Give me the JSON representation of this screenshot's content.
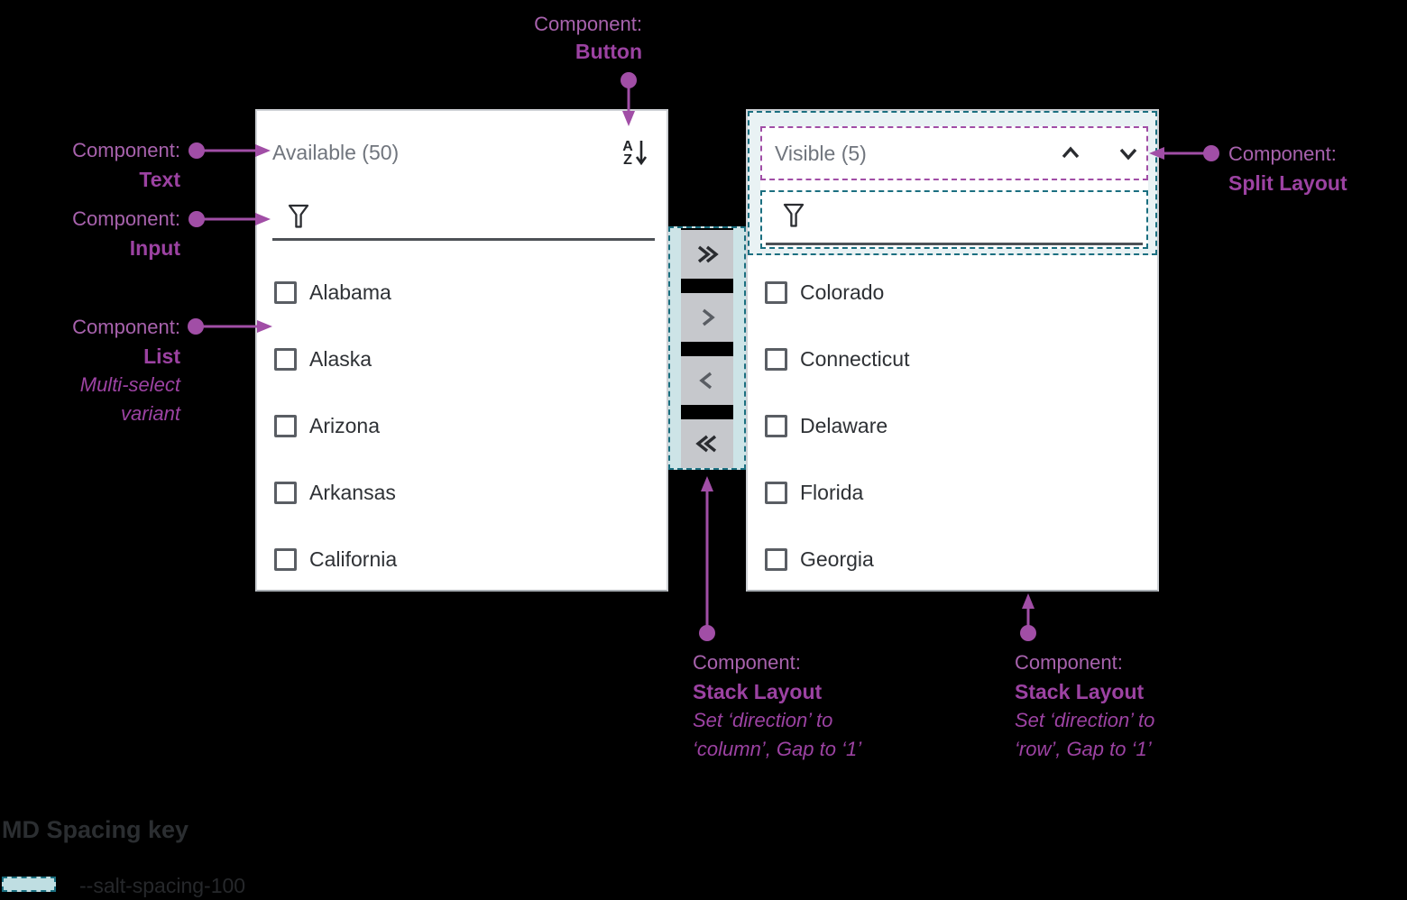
{
  "available": {
    "title": "Available (50)",
    "items": [
      "Alabama",
      "Alaska",
      "Arizona",
      "Arkansas",
      "California"
    ],
    "sort_icon": {
      "top_letter": "A",
      "bottom_letter": "Z"
    }
  },
  "visible": {
    "title": "Visible (5)",
    "items": [
      "Colorado",
      "Connecticut",
      "Delaware",
      "Florida",
      "Georgia"
    ]
  },
  "transfer": {
    "buttons": [
      {
        "icon": "double-chevron-right-icon",
        "action": "move-all-right"
      },
      {
        "icon": "chevron-right-icon",
        "action": "move-right"
      },
      {
        "icon": "chevron-left-icon",
        "action": "move-left"
      },
      {
        "icon": "double-chevron-left-icon",
        "action": "move-all-left"
      }
    ]
  },
  "annotations": {
    "button": {
      "prefix": "Component:",
      "name": "Button"
    },
    "text": {
      "prefix": "Component:",
      "name": "Text"
    },
    "input": {
      "prefix": "Component:",
      "name": "Input"
    },
    "list": {
      "prefix": "Component:",
      "name": "List",
      "note_line1": "Multi-select",
      "note_line2": "variant"
    },
    "split": {
      "prefix": "Component:",
      "name": "Split Layout"
    },
    "stack_column": {
      "prefix": "Component:",
      "name": "Stack Layout",
      "note_line1": "Set ‘direction’ to",
      "note_line2": "‘column’, Gap to ‘1’"
    },
    "stack_row": {
      "prefix": "Component:",
      "name": "Stack Layout",
      "note_line1": "Set ‘direction’ to",
      "note_line2": "‘row’, Gap to ‘1’"
    }
  },
  "legend": {
    "title": "MD Spacing key",
    "items": [
      {
        "label": "--salt-spacing-100"
      }
    ]
  },
  "colors": {
    "annotation_purple": "#a14ea6",
    "spacing_teal_border": "#1b6f80",
    "spacing_teal_fill": "#cde4e7",
    "panel_background": "#ffffff",
    "muted_title_gray": "#70757d",
    "item_text": "#2e3135",
    "transfer_button_gray": "#c6c8cc"
  }
}
